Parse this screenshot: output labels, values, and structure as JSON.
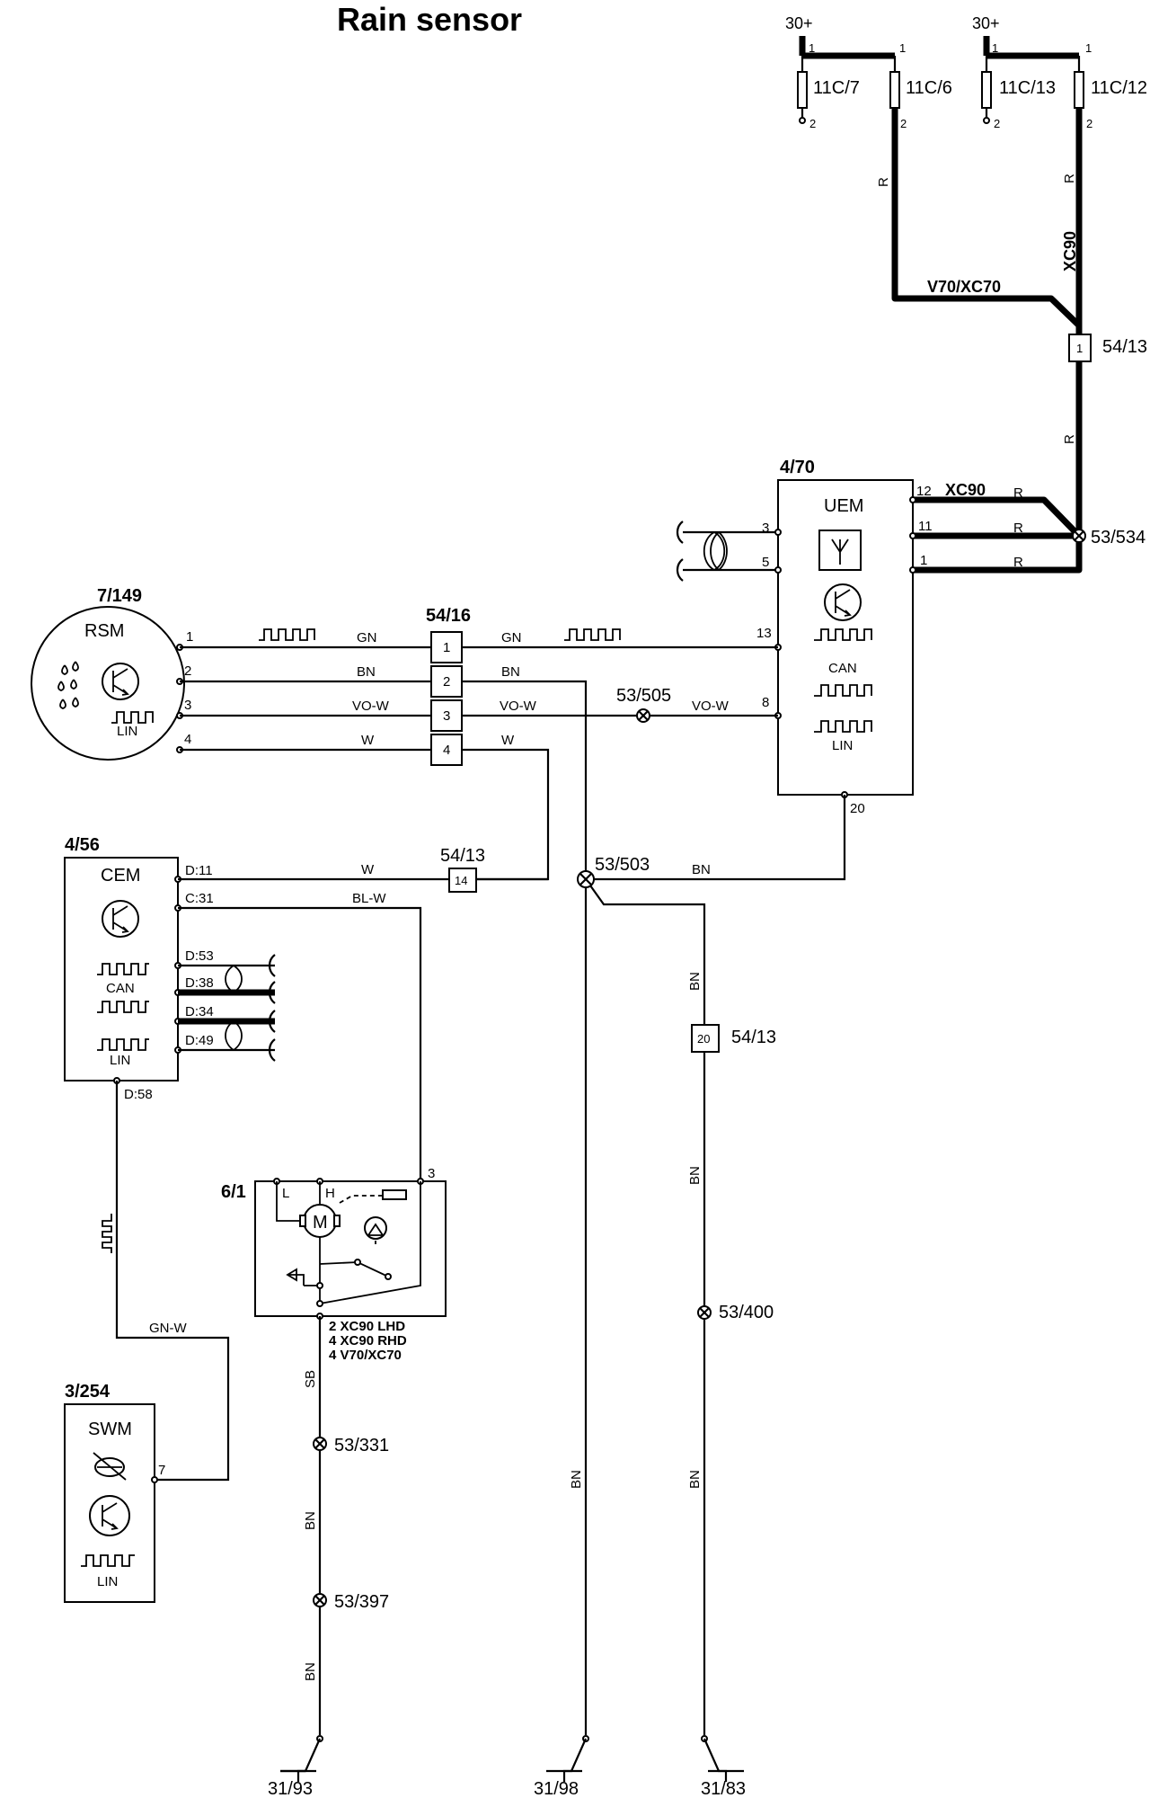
{
  "title": "Rain sensor",
  "supply": {
    "label_a": "30+",
    "label_b": "30+"
  },
  "fuses": [
    {
      "id": "11C/7",
      "top": "1",
      "bottom": "2"
    },
    {
      "id": "11C/6",
      "top": "1",
      "bottom": "2"
    },
    {
      "id": "11C/13",
      "top": "1",
      "bottom": "2"
    },
    {
      "id": "11C/12",
      "top": "1",
      "bottom": "2"
    }
  ],
  "wires": {
    "r": "R",
    "gn": "GN",
    "bn": "BN",
    "vo_w": "VO-W",
    "w": "W",
    "bl_w": "BL-W",
    "gn_w": "GN-W",
    "sb": "SB",
    "xc90": "XC90",
    "v70xc70": "V70/XC70"
  },
  "modules": {
    "rsm": {
      "ref": "7/149",
      "name": "RSM",
      "lin": "LIN",
      "pins": [
        "1",
        "2",
        "3",
        "4"
      ]
    },
    "uem": {
      "ref": "4/70",
      "name": "UEM",
      "can": "CAN",
      "lin": "LIN",
      "pins": [
        "3",
        "5",
        "12",
        "11",
        "1",
        "13",
        "8",
        "20"
      ]
    },
    "cem": {
      "ref": "4/56",
      "name": "CEM",
      "can": "CAN",
      "lin": "LIN",
      "pins": [
        "D:11",
        "C:31",
        "D:53",
        "D:38",
        "D:34",
        "D:49",
        "D:58"
      ]
    },
    "swm": {
      "ref": "3/254",
      "name": "SWM",
      "lin": "LIN",
      "pin": "7"
    },
    "motor": {
      "ref": "6/1",
      "l": "L",
      "h": "H",
      "m": "M",
      "pin3": "3",
      "variants": [
        "2 XC90 LHD",
        "4 XC90 RHD",
        "4 V70/XC70"
      ]
    }
  },
  "connectors": {
    "c5416": {
      "ref": "54/16",
      "pins": [
        "1",
        "2",
        "3",
        "4"
      ]
    },
    "c5413_top": {
      "ref": "54/13",
      "pin": "1"
    },
    "c5413_mid": {
      "ref": "54/13",
      "pin": "14"
    },
    "c5413_bot": {
      "ref": "54/13",
      "pin": "20"
    }
  },
  "splices": [
    "53/534",
    "53/505",
    "53/503",
    "53/400",
    "53/331",
    "53/397"
  ],
  "grounds": [
    "31/93",
    "31/98",
    "31/83"
  ]
}
